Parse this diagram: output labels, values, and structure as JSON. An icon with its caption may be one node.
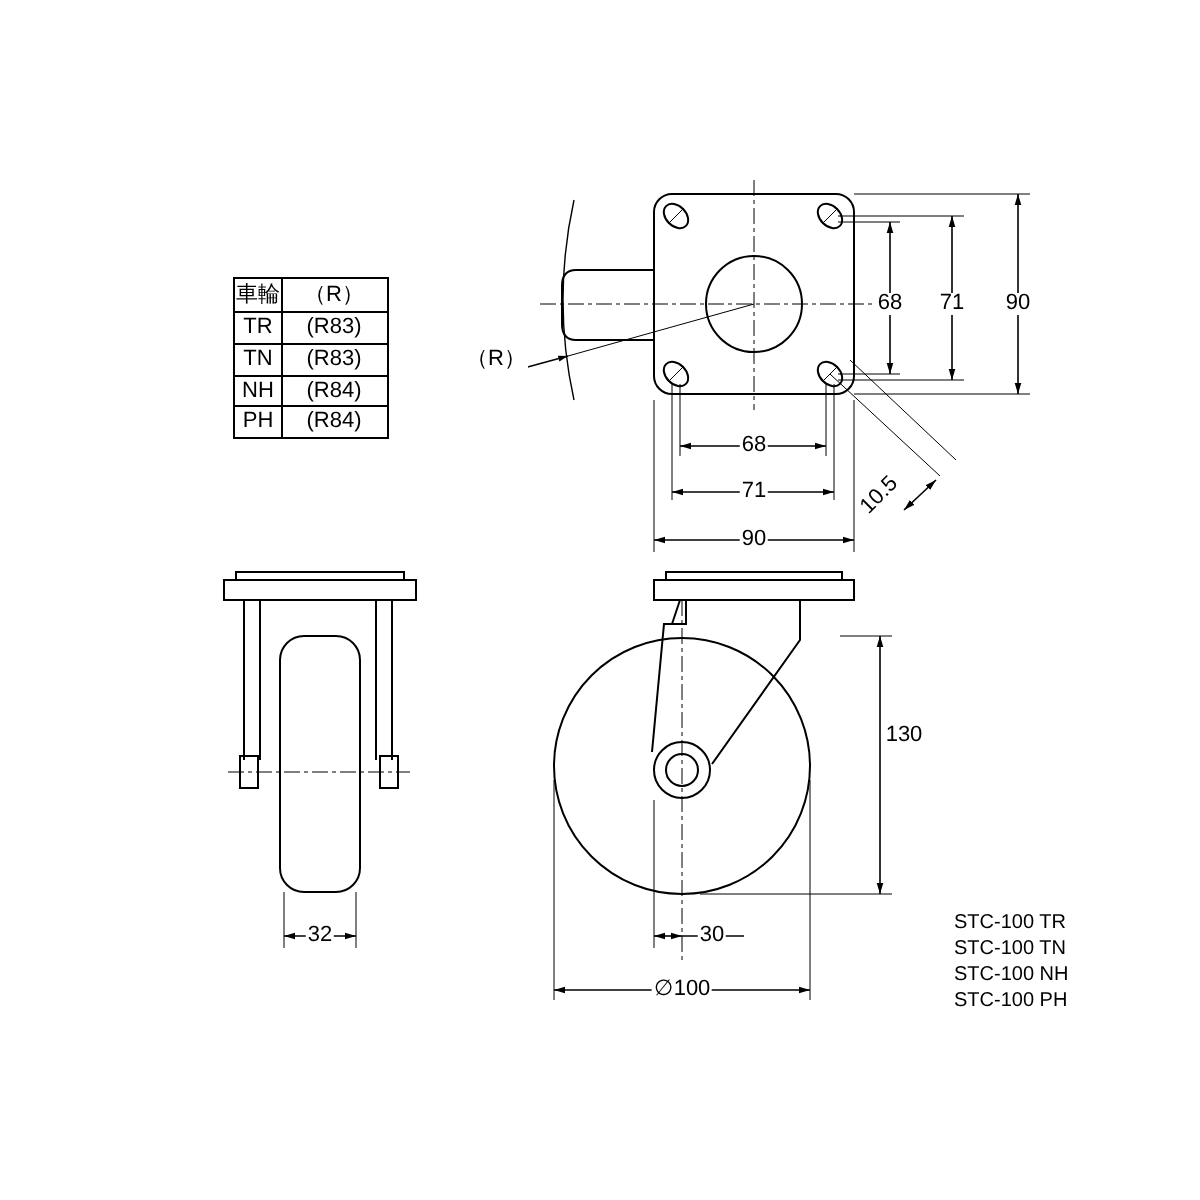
{
  "diagram": {
    "labels": [
      "車輪",
      "（R）",
      "TR",
      "(R83)",
      "TN",
      "(R83)",
      "NH",
      "(R84)",
      "PH",
      "(R84)",
      "（R）",
      "68",
      "71",
      "90",
      "68",
      "71",
      "90",
      "10.5",
      "130",
      "32",
      "30",
      "∅100",
      "STC-100 TR",
      "STC-100 TN",
      "STC-100 NH",
      "STC-100 PH"
    ]
  }
}
